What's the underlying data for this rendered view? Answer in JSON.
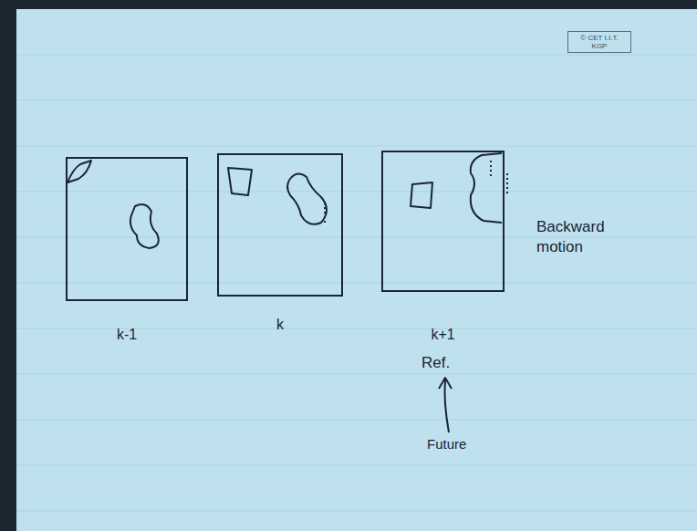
{
  "diagram": {
    "nodes": [
      {
        "text": [
          "k-1"
        ]
      },
      {
        "text": [
          "k"
        ]
      },
      {
        "text": [
          "k+1"
        ]
      }
    ],
    "labels": [
      "© CET I.I.T. KGP",
      "Backward motion",
      "Ref.",
      "Future"
    ]
  }
}
